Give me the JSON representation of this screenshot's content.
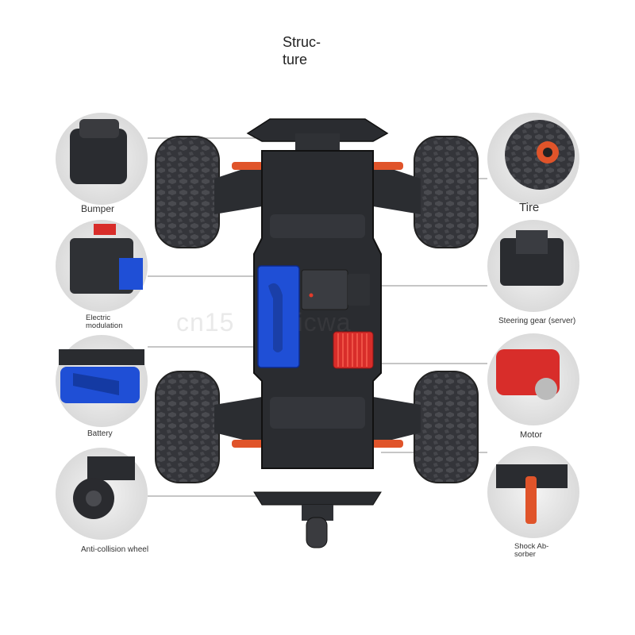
{
  "title": "Struc-\nture",
  "watermark": "cn15        icwa",
  "components": {
    "bumper": "Bumper",
    "electric_modulation": "Electric\nmodulation",
    "battery": "Battery",
    "anti_collision_wheel": "Anti-collision wheel",
    "tire": "Tire",
    "steering_gear": "Steering gear (server)",
    "motor": "Motor",
    "shock_absorber": "Shock Ab-\nsorber"
  },
  "colors": {
    "body": "#2a2c30",
    "tire": "#3a3b3f",
    "battery_blue": "#1f4fd6",
    "motor_red": "#d82d2a",
    "shock_orange": "#e0542a"
  }
}
